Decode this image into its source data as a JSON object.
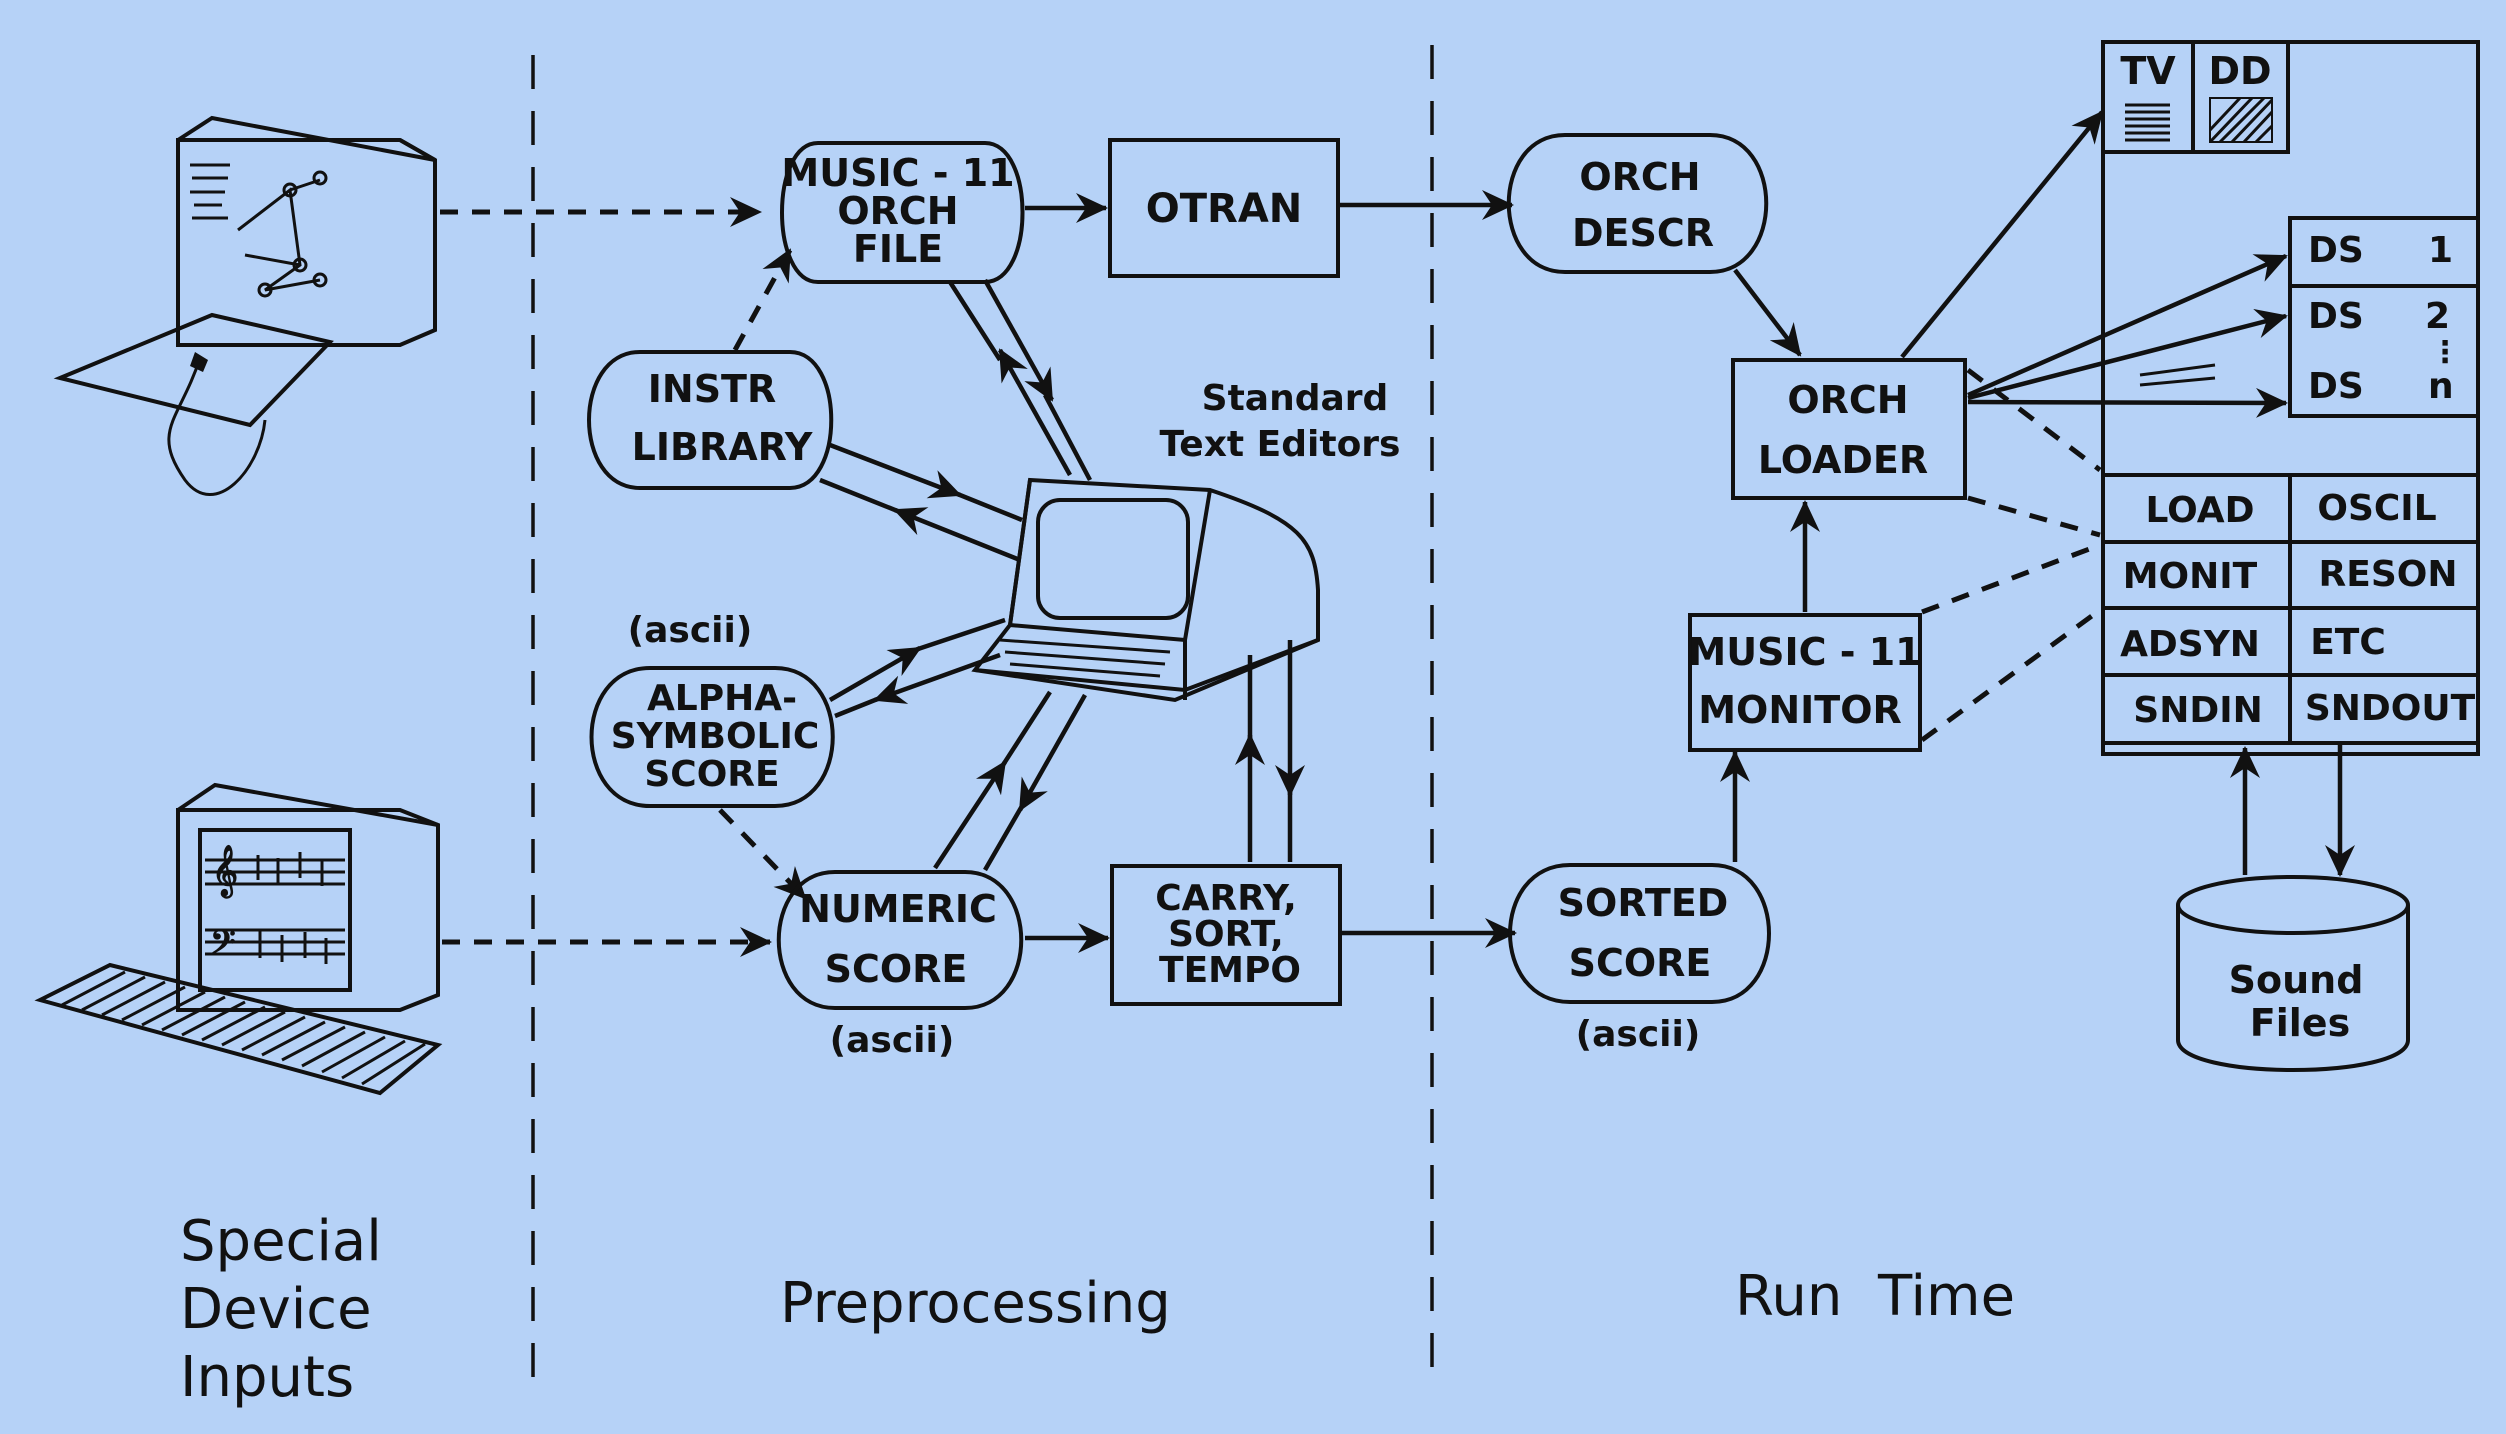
{
  "sections": {
    "inputs": [
      "Special",
      "Device",
      "Inputs"
    ],
    "preprocessing": "Preprocessing",
    "runtime": "Run  Time"
  },
  "nodes": {
    "music_orch_file": [
      "MUSIC - 11",
      "ORCH",
      "FILE"
    ],
    "otran": "OTRAN",
    "orch_descr": [
      "ORCH",
      "DESCR"
    ],
    "instr_library": [
      "INSTR",
      "LIBRARY"
    ],
    "editors": [
      "Standard",
      "Text Editors"
    ],
    "ascii_top": "(ascii)",
    "alpha_score": [
      "ALPHA-",
      "SYMBOLIC",
      "SCORE"
    ],
    "numeric_score": [
      "NUMERIC",
      "SCORE"
    ],
    "ascii_numeric": "(ascii)",
    "carry_sort": [
      "CARRY,",
      "SORT,",
      "TEMPO"
    ],
    "sorted_score": [
      "SORTED",
      "SCORE"
    ],
    "ascii_sorted": "(ascii)",
    "orch_loader": [
      "ORCH",
      "LOADER"
    ],
    "monitor": [
      "MUSIC - 11",
      "MONITOR"
    ],
    "tv": "TV",
    "dd": "DD",
    "ds_rows": [
      {
        "name": "DS",
        "num": "1"
      },
      {
        "name": "DS",
        "num": "2"
      },
      {
        "name": "DS",
        "num": "n"
      }
    ],
    "ds_ellipsis": "⋮",
    "modules": [
      "LOAD",
      "OSCIL",
      "MONIT",
      "RESON",
      "ADSYN",
      "ETC",
      "SNDIN",
      "SNDOUT"
    ],
    "sound_files": [
      "Sound",
      "Files"
    ]
  },
  "colors": {
    "background": "#b6d2f7",
    "ink": "#111111"
  }
}
